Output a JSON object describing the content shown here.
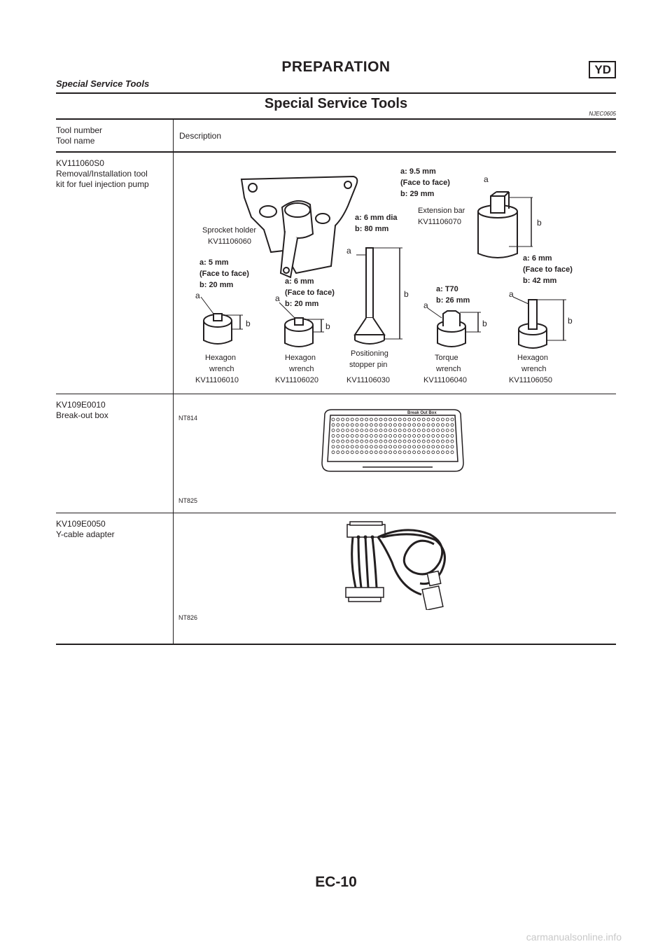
{
  "header": {
    "title": "PREPARATION",
    "badge": "YD",
    "subtitle": "Special Service Tools"
  },
  "section": {
    "title": "Special Service Tools",
    "code": "NJEC0605"
  },
  "table": {
    "headers": {
      "left_line1": "Tool number",
      "left_line2": "Tool name",
      "right": "Description"
    },
    "rows": [
      {
        "number": "KV111060S0",
        "name_line1": "Removal/Installation tool",
        "name_line2": "kit for fuel injection pump",
        "figure_code": "NT814",
        "figure_labels": {
          "sprocket_name": "Sprocket holder",
          "sprocket_number": "KV11106060",
          "t1_spec1": "a: 5 mm",
          "t1_spec2": "(Face to face)",
          "t1_spec3": "b: 20 mm",
          "t1_name1": "Hexagon",
          "t1_name2": "wrench",
          "t1_number": "KV11106010",
          "t2_spec1": "a: 6 mm",
          "t2_spec2": "(Face to face)",
          "t2_spec3": "b: 20 mm",
          "t2_name1": "Hexagon",
          "t2_name2": "wrench",
          "t2_number": "KV11106020",
          "t3_spec1": "a: 6 mm dia",
          "t3_spec2": "b: 80 mm",
          "t3_name1": "Positioning",
          "t3_name2": "stopper pin",
          "t3_number": "KV11106030",
          "t4_spec1": "a: T70",
          "t4_spec2": "b: 26 mm",
          "t4_name1": "Torque",
          "t4_name2": "wrench",
          "t4_number": "KV11106040",
          "t5_spec1": "a: 6 mm",
          "t5_spec2": "(Face to face)",
          "t5_spec3": "b: 42 mm",
          "t5_name1": "Hexagon",
          "t5_name2": "wrench",
          "t5_number": "KV11106050",
          "t6_spec1": "a: 9.5 mm",
          "t6_spec2": "(Face to face)",
          "t6_spec3": "b: 29 mm",
          "t6_name": "Extension bar",
          "t6_number": "KV11106070",
          "dim_a": "a",
          "dim_b": "b"
        }
      },
      {
        "number": "KV109E0010",
        "name_line1": "Break-out box",
        "figure_code": "NT825",
        "figure_label": "Break Out Box"
      },
      {
        "number": "KV109E0050",
        "name_line1": "Y-cable adapter",
        "figure_code": "NT826"
      }
    ]
  },
  "footer": {
    "page_number": "EC-10",
    "watermark": "carmanualsonline.info"
  }
}
